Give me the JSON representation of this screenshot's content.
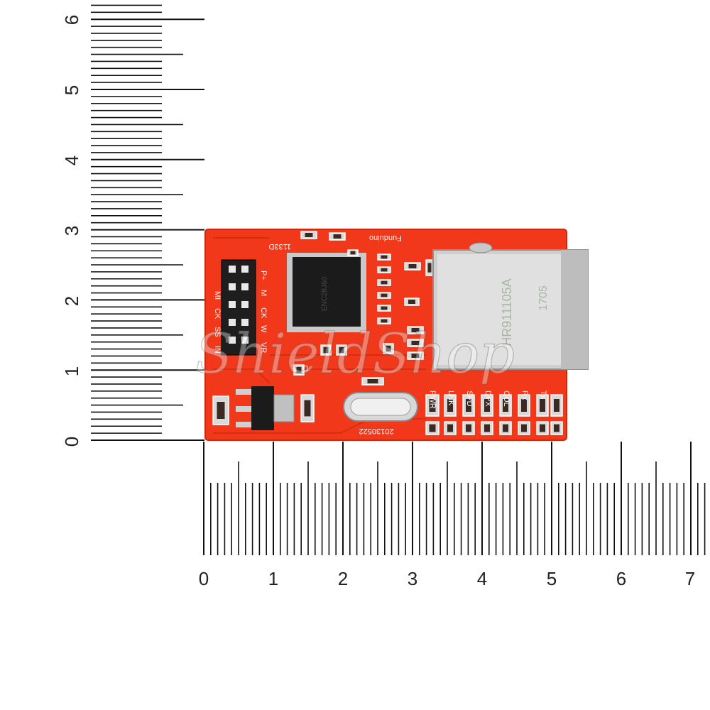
{
  "ruler_vertical": {
    "labels": [
      "0",
      "1",
      "2",
      "3",
      "4",
      "5",
      "6"
    ]
  },
  "ruler_horizontal": {
    "labels": [
      "0",
      "1",
      "2",
      "3",
      "4",
      "5",
      "6",
      "7"
    ]
  },
  "board": {
    "brand": "Funduino",
    "date_code": "20130522",
    "code_top": "1133D",
    "chip_code": "ENC28J60",
    "pin_labels": [
      "P+",
      "M",
      "CK",
      "W",
      "SS"
    ],
    "pin_labels_right": [
      "MI",
      "CK",
      "IN",
      "VR"
    ],
    "small_labels": [
      "PWR",
      "LNK",
      "SPD",
      "DPX",
      "COL",
      "Rx",
      "Tx"
    ],
    "jumper_label": "DOE",
    "jack_text": [
      "HR911105A",
      "1705"
    ],
    "watermark": "ShieldShop",
    "colors": {
      "pcb": "#f2381b",
      "jack": "#c8c8c8",
      "chip": "#1b1b1b"
    }
  }
}
